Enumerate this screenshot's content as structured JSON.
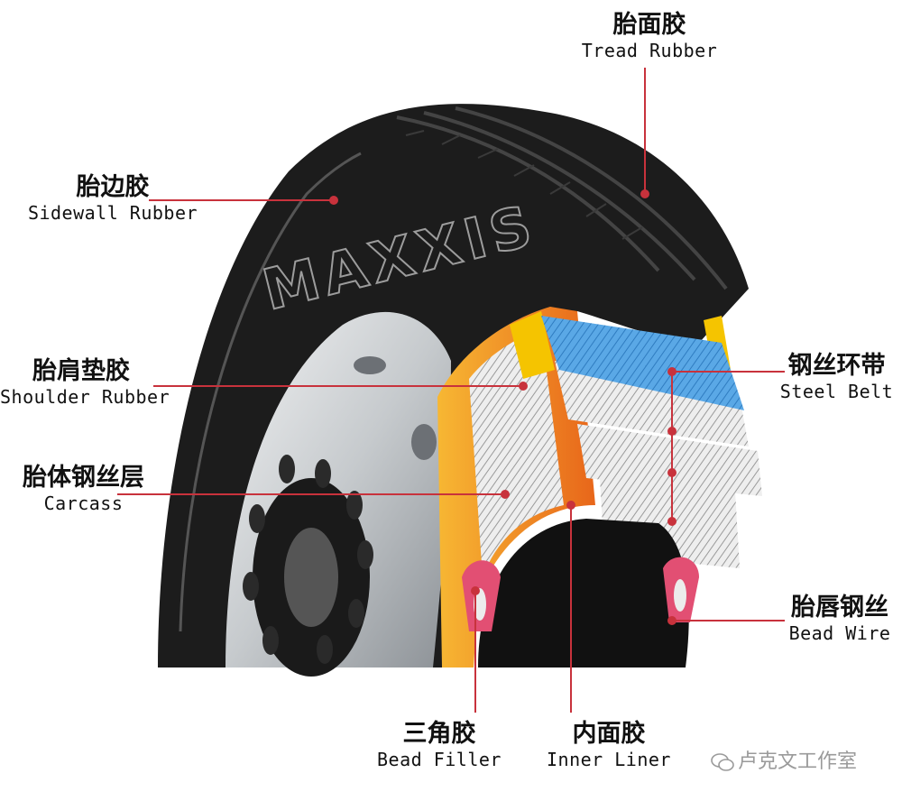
{
  "labels": {
    "tread_rubber": {
      "zh": "胎面胶",
      "en": "Tread Rubber"
    },
    "sidewall_rubber": {
      "zh": "胎边胶",
      "en": "Sidewall Rubber"
    },
    "shoulder_rubber": {
      "zh": "胎肩垫胶",
      "en": "Shoulder Rubber"
    },
    "carcass": {
      "zh": "胎体钢丝层",
      "en": "Carcass"
    },
    "steel_belt": {
      "zh": "钢丝环带",
      "en": "Steel Belt"
    },
    "bead_wire": {
      "zh": "胎唇钢丝",
      "en": "Bead Wire"
    },
    "bead_filler": {
      "zh": "三角胶",
      "en": "Bead Filler"
    },
    "inner_liner": {
      "zh": "内面胶",
      "en": "Inner Liner"
    }
  },
  "brand": "MAXXIS",
  "watermark": "卢克文工作室",
  "colors": {
    "leader_line": "#c8323c",
    "tire_rubber": "#1a1a1a",
    "steel_belt": "#3f93d6",
    "shoulder_pad": "#f5c400",
    "carcass_orange": "#f08a1c",
    "rim_silver": "#c9cdd1"
  }
}
